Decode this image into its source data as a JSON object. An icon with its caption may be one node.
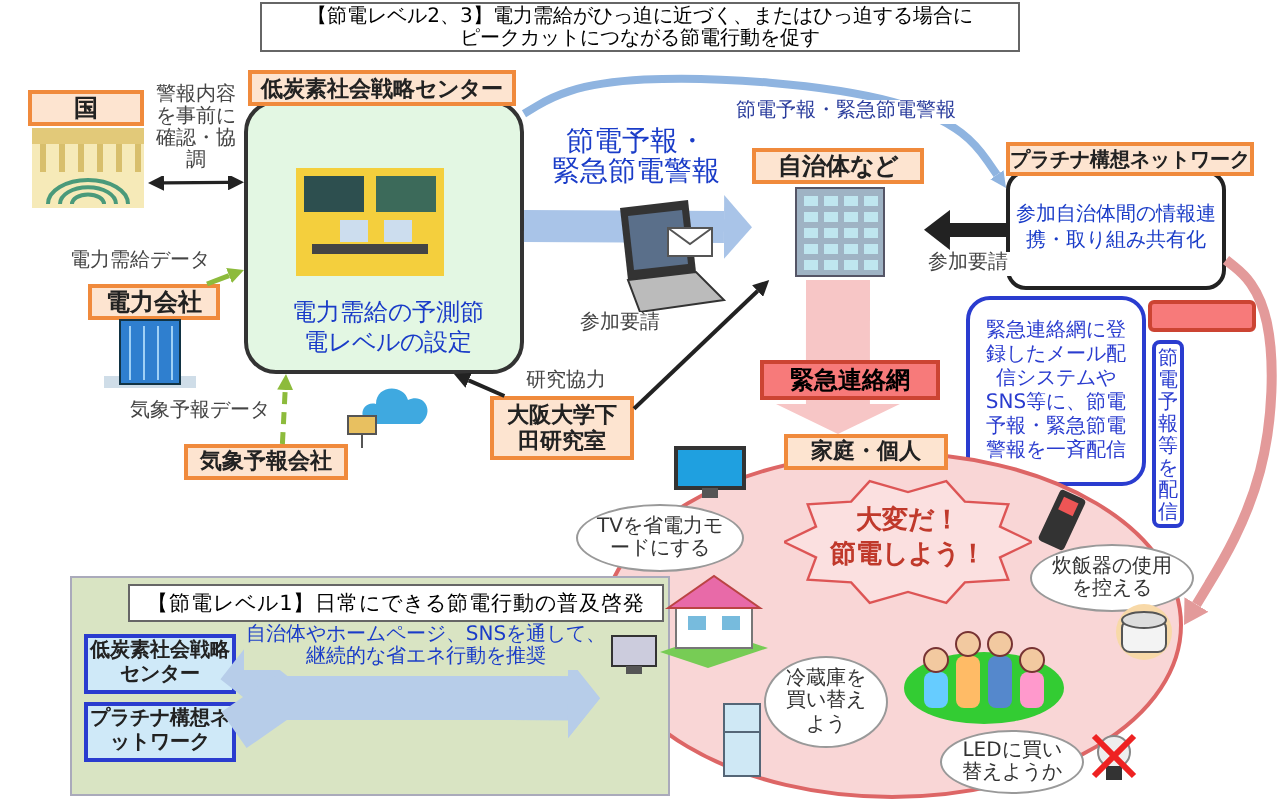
{
  "diagram": {
    "nodes": [
      {
        "text": [
          "【節電レベル2、3】電力需給がひっ迫に近づく、またはひっ迫する場合にピークカットにつながる節電行動を促す"
        ]
      },
      {
        "text": [
          "国"
        ]
      },
      {
        "text": [
          "低炭素社会戦略センター",
          "電力需給の予測節電レベルの設定"
        ]
      },
      {
        "text": [
          "電力会社"
        ]
      },
      {
        "text": [
          "気象予報会社"
        ]
      },
      {
        "text": [
          "大阪大学下田研究室"
        ]
      },
      {
        "text": [
          "自治体など"
        ]
      },
      {
        "text": [
          "プラチナ構想ネットワーク",
          "参加自治体間の情報連携・取り組み共有化"
        ]
      },
      {
        "text": [
          "緊急連絡網"
        ]
      },
      {
        "text": [
          "緊急連絡網に登録したメール配信システムやSNS等に、節電予報・緊急節電警報を一斉配信"
        ]
      },
      {
        "text": [],
        "shape": "box"
      },
      {
        "text": [
          "節電予報等を配信"
        ]
      },
      {
        "text": [
          "家庭・個人"
        ]
      },
      {
        "text": [],
        "shape": "circle"
      },
      {
        "text": [
          "TVを省電力モードにする"
        ]
      },
      {
        "text": [
          "大変だ！節電しよう！"
        ],
        "in": 13
      },
      {
        "text": [
          "炊飯器の使用を控える"
        ]
      },
      {
        "text": [
          "冷蔵庫を買い替えよう"
        ],
        "in": 13
      },
      {
        "text": [
          "LEDに買い替えようか"
        ],
        "in": 13
      },
      {
        "text": [
          "【節電レベル1】日常にできる節電行動の普及啓発"
        ]
      },
      {
        "text": [
          "低炭素社会戦略センター"
        ],
        "in": 19
      },
      {
        "text": [
          "プラチナ構想ネットワーク"
        ],
        "in": 19
      }
    ],
    "edges": [
      {
        "from": 1,
        "to": 2,
        "arrow": "both",
        "label": "警報内容を事前に確認・協調"
      },
      {
        "from": 3,
        "to": 2,
        "arrow": "to",
        "label": "電力需給データ",
        "color": "#8dbb3c"
      },
      {
        "from": 4,
        "to": 2,
        "arrow": "to",
        "label": "気象予報データ",
        "color": "#8dbb3c",
        "style": "dashed"
      },
      {
        "from": 5,
        "to": 2,
        "arrow": "to",
        "label": "研究協力"
      },
      {
        "from": 5,
        "to": 6,
        "arrow": "to",
        "label": "参加要請"
      },
      {
        "from": 2,
        "to": 6,
        "arrow": "to",
        "label": "節電予報・緊急節電警報",
        "style": "thick",
        "color": "#a9c4e8"
      },
      {
        "from": 2,
        "to": 7,
        "arrow": "to",
        "label": "節電予報・緊急節電警報",
        "color": "#8fb4e0"
      },
      {
        "from": 7,
        "to": 6,
        "arrow": "to",
        "label": "参加要請"
      },
      {
        "from": 6,
        "to": 8,
        "arrow": "none",
        "style": "thick",
        "color": "#f7c6c6"
      },
      {
        "from": 8,
        "to": 12,
        "arrow": "to",
        "style": "thick",
        "color": "#f7c6c6"
      },
      {
        "from": 7,
        "to": 13,
        "arrow": "to",
        "color": "#e39a9a"
      },
      {
        "from": 20,
        "to": 13,
        "arrow": "to",
        "label": "自治体やホームページ、SNSを通して、継続的な省エネ行動を推奨",
        "style": "thick",
        "color": "#b7cde9"
      },
      {
        "from": 21,
        "to": 13,
        "arrow": "to",
        "style": "thick",
        "color": "#b7cde9"
      }
    ]
  }
}
